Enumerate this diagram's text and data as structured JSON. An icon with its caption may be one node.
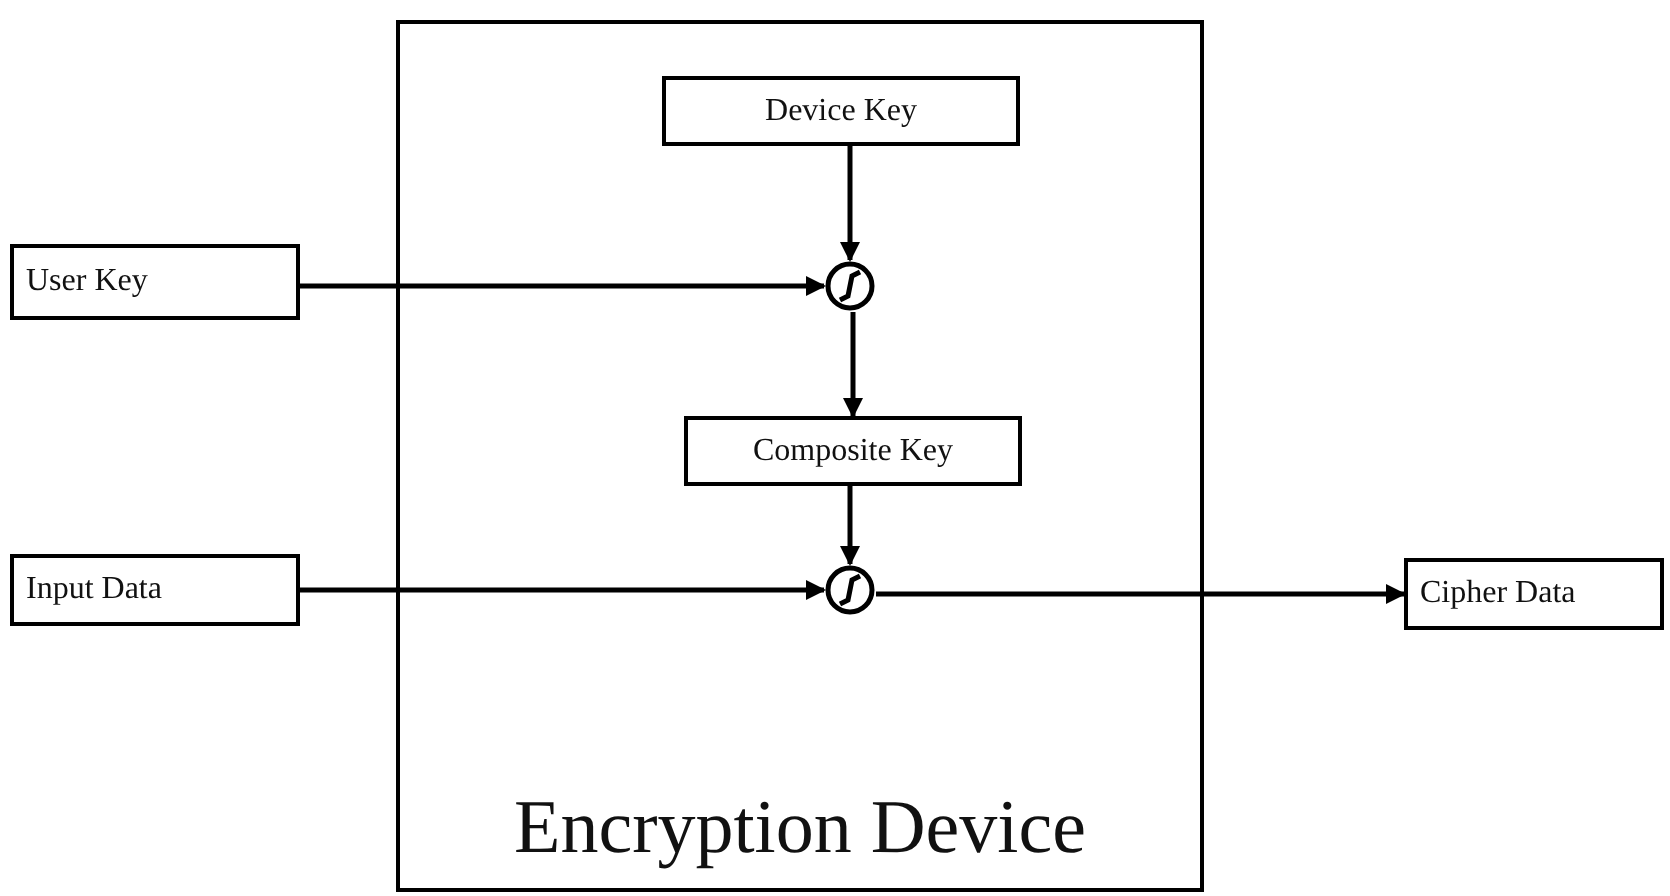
{
  "diagram": {
    "nodes": [
      {
        "text": [
          "Encryption Device"
        ]
      },
      {
        "text": [
          "Device Key"
        ],
        "in": 0
      },
      {
        "text": [
          "User Key"
        ]
      },
      {
        "text": [],
        "shape": "circle",
        "in": 0
      },
      {
        "text": [
          "Composite Key"
        ],
        "in": 0
      },
      {
        "text": [
          "Input Data"
        ]
      },
      {
        "text": [],
        "shape": "circle",
        "in": 0
      },
      {
        "text": [
          "Cipher Data"
        ]
      }
    ],
    "edges": [
      {
        "from": 1,
        "to": 3,
        "arrow": "to"
      },
      {
        "from": 2,
        "to": 3,
        "arrow": "to"
      },
      {
        "from": 3,
        "to": 4,
        "arrow": "to"
      },
      {
        "from": 4,
        "to": 6,
        "arrow": "to"
      },
      {
        "from": 5,
        "to": 6,
        "arrow": "to"
      },
      {
        "from": 6,
        "to": 7,
        "arrow": "to"
      }
    ]
  }
}
